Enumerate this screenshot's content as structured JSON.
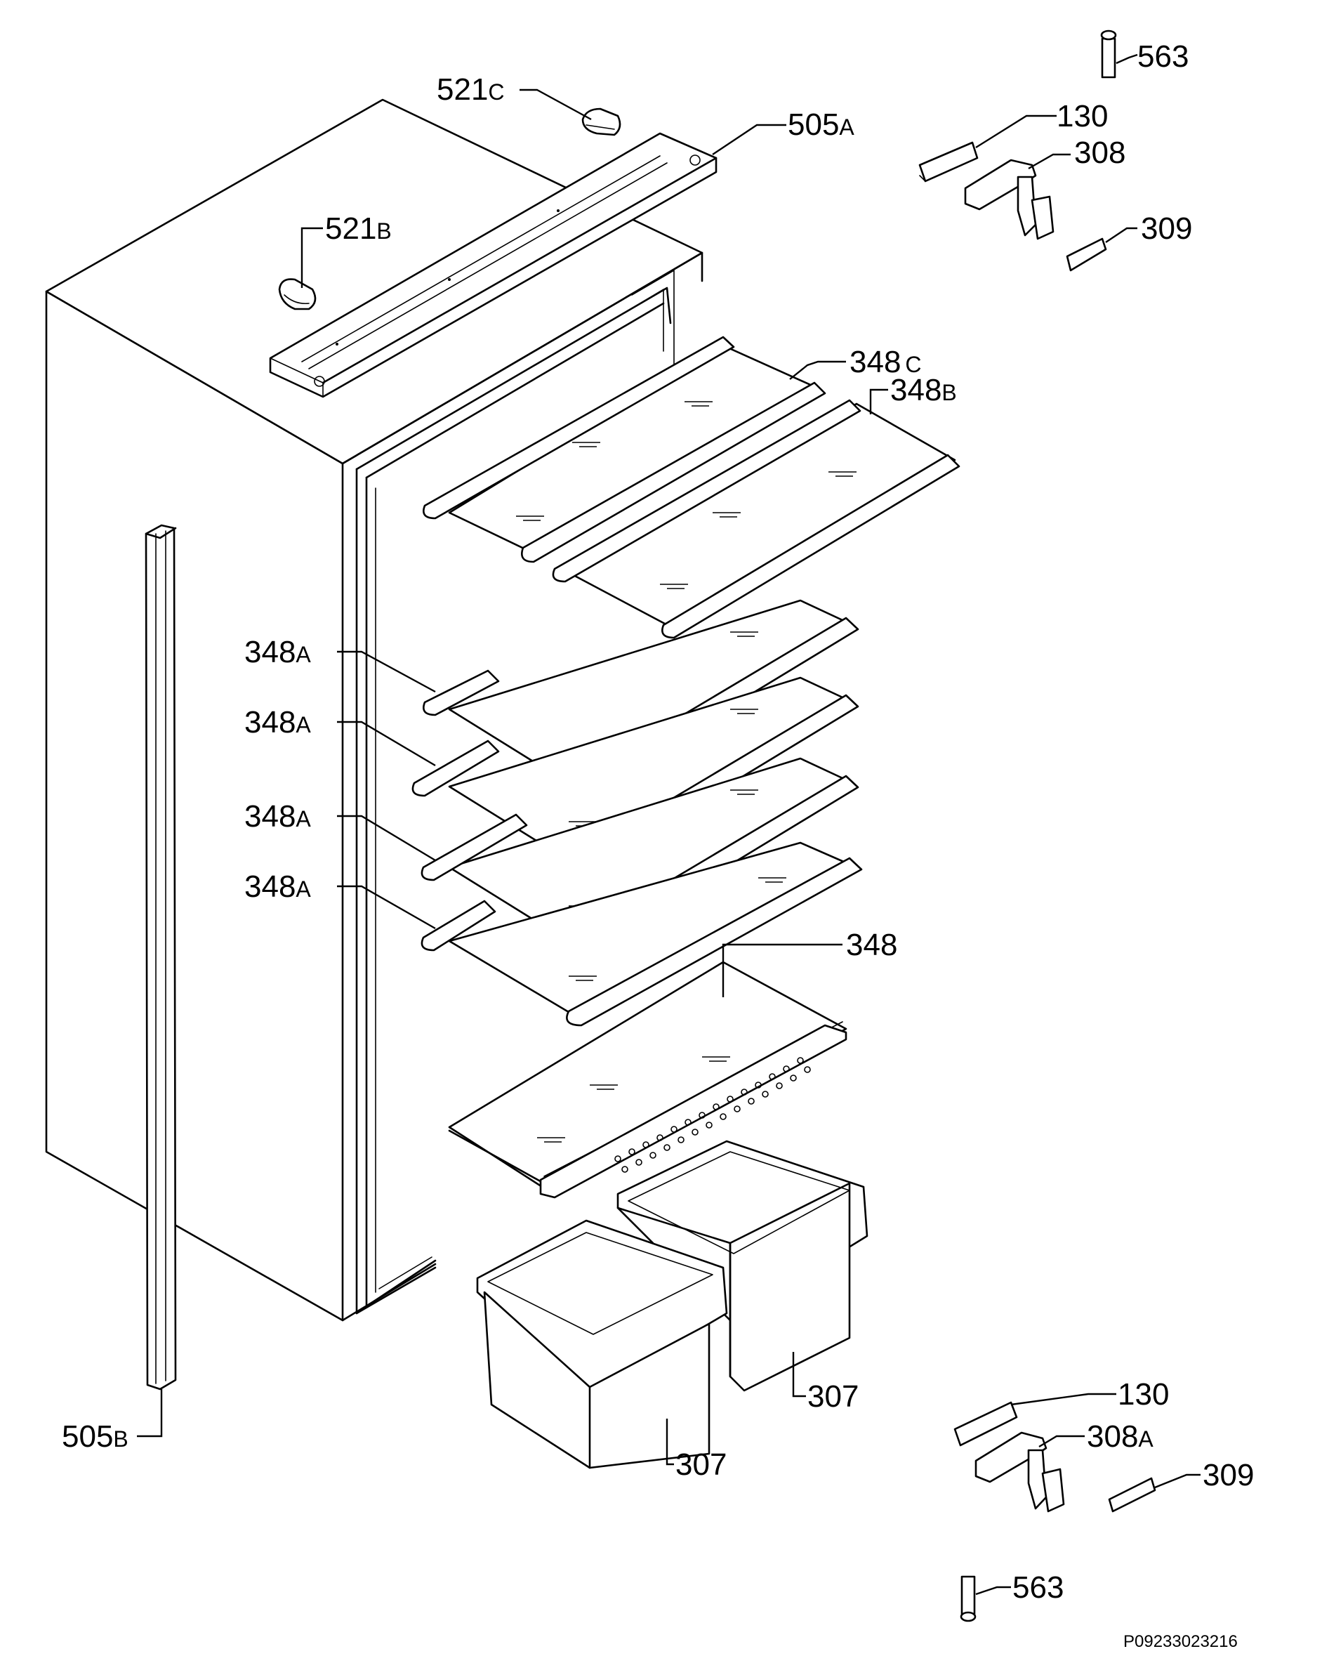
{
  "parts": {
    "p563_top": {
      "num": "563",
      "sfx": ""
    },
    "p130_top": {
      "num": "130",
      "sfx": ""
    },
    "p308": {
      "num": "308",
      "sfx": ""
    },
    "p309_top": {
      "num": "309",
      "sfx": ""
    },
    "p521c": {
      "num": "521",
      "sfx": "C"
    },
    "p505a": {
      "num": "505",
      "sfx": "A"
    },
    "p521b": {
      "num": "521",
      "sfx": "B"
    },
    "p348c": {
      "num": "348",
      "sfx": "C"
    },
    "p348b": {
      "num": "348",
      "sfx": "B"
    },
    "p348a_1": {
      "num": "348",
      "sfx": "A"
    },
    "p348a_2": {
      "num": "348",
      "sfx": "A"
    },
    "p348a_3": {
      "num": "348",
      "sfx": "A"
    },
    "p348a_4": {
      "num": "348",
      "sfx": "A"
    },
    "p348": {
      "num": "348",
      "sfx": ""
    },
    "p307_right": {
      "num": "307",
      "sfx": ""
    },
    "p307_left": {
      "num": "307",
      "sfx": ""
    },
    "p505b": {
      "num": "505",
      "sfx": "B"
    },
    "p130_bot": {
      "num": "130",
      "sfx": ""
    },
    "p308a": {
      "num": "308",
      "sfx": "A"
    },
    "p309_bot": {
      "num": "309",
      "sfx": ""
    },
    "p563_bot": {
      "num": "563",
      "sfx": ""
    }
  },
  "drawing_code": "P09233023216"
}
